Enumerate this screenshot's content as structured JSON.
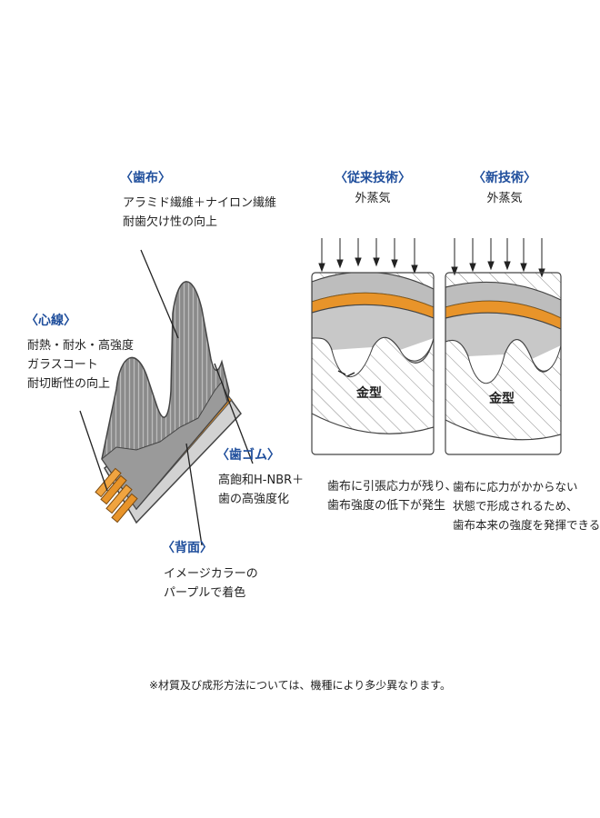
{
  "belt": {
    "tooth_cloth": {
      "title": "〈歯布〉",
      "lines": [
        "アラミド繊維＋ナイロン繊維",
        "耐歯欠け性の向上"
      ]
    },
    "cord": {
      "title": "〈心線〉",
      "lines": [
        "耐熱・耐水・高強度",
        "ガラスコート",
        "耐切断性の向上"
      ]
    },
    "tooth_rubber": {
      "title": "〈歯ゴム〉",
      "lines": [
        "高飽和H-NBR＋",
        "歯の高強度化"
      ]
    },
    "back": {
      "title": "〈背面〉",
      "lines": [
        "イメージカラーの",
        "パープルで着色"
      ]
    }
  },
  "conventional": {
    "title": "〈従来技術〉",
    "steam": "外蒸気",
    "mold": "金型",
    "lines": [
      "歯布に引張応力が残り、",
      "歯布強度の低下が発生"
    ]
  },
  "new_tech": {
    "title": "〈新技術〉",
    "steam": "外蒸気",
    "mold": "金型",
    "lines": [
      "歯布に応力がかからない",
      "状態で形成されるため、",
      "歯布本来の強度を発揮できる"
    ]
  },
  "footnote": "※材質及び成形方法については、機種により多少異なります。",
  "colors": {
    "accent": "#1f4e9c",
    "orange": "#e8942a",
    "belt_gray": "#8c8c8c",
    "back_gray": "#d2d2d2"
  }
}
